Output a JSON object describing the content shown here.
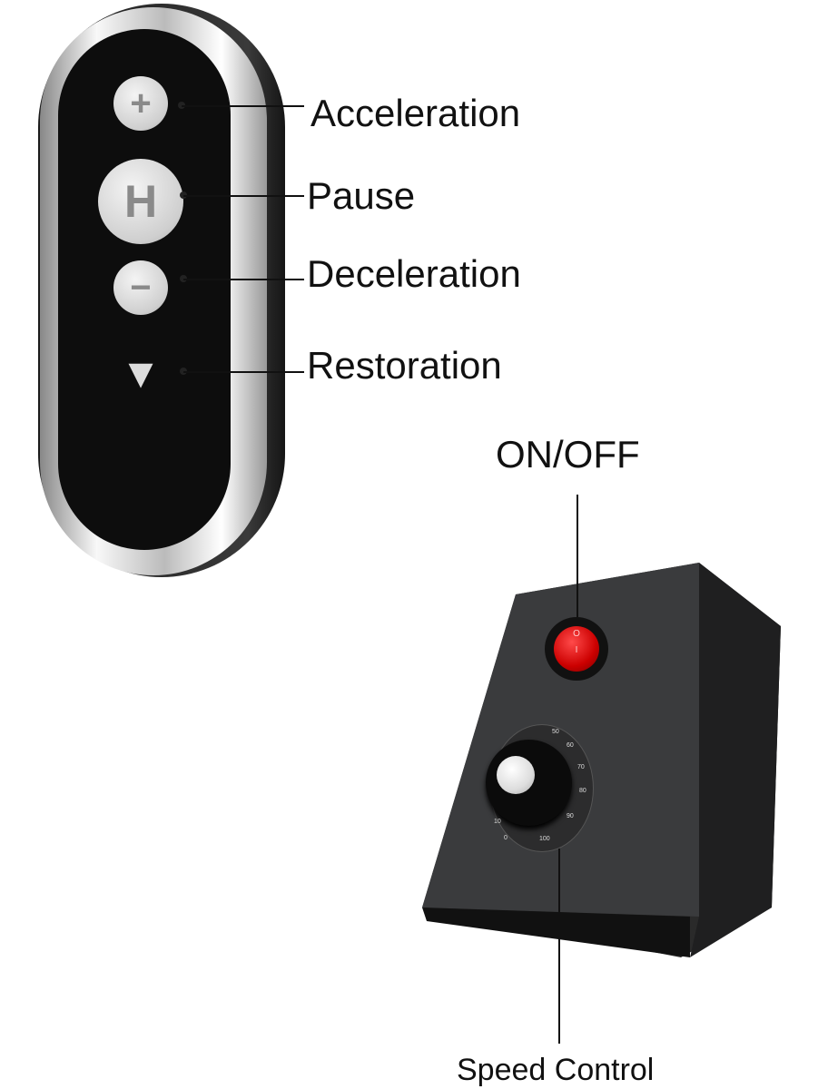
{
  "remote": {
    "buttons": [
      {
        "icon": "plus-icon",
        "glyph": "+",
        "label": "Acceleration"
      },
      {
        "icon": "pause-icon",
        "glyph": "H",
        "label": "Pause"
      },
      {
        "icon": "minus-icon",
        "glyph": "−",
        "label": "Deceleration"
      },
      {
        "icon": "triangle-down-icon",
        "glyph": "▼",
        "label": "Restoration"
      }
    ]
  },
  "controller": {
    "power_switch_label": "ON/OFF",
    "switch_marks": [
      "O",
      "I"
    ],
    "speed_knob_label": "Speed Control",
    "dial_numbers": [
      "0",
      "10",
      "50",
      "60",
      "70",
      "80",
      "90",
      "100"
    ]
  }
}
